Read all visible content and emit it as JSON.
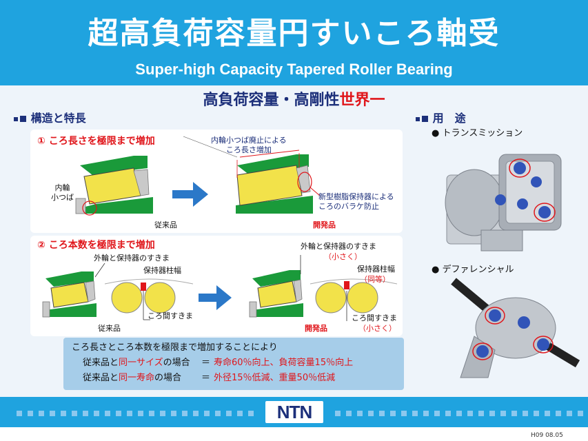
{
  "header": {
    "title_ja": "超高負荷容量円すいころ軸受",
    "title_en": "Super-high Capacity Tapered Roller Bearing"
  },
  "tagline": {
    "main": "高負荷容量・高剛性",
    "highlight": "世界一"
  },
  "structure": {
    "heading": "構造と特長",
    "section1": {
      "title": "① ころ長さを極限まで増加",
      "label_inner_flange": "内輪\n小つば",
      "label_conventional": "従来品",
      "label_developed": "開発品",
      "note_top": "内輪小つば廃止による\nころ長さ増加",
      "note_right": "新型樹脂保持器による\nころのバラケ防止"
    },
    "section2": {
      "title": "② ころ本数を極限まで増加",
      "label_gap_left": "外輪と保持器のすきま",
      "label_pillar_left": "保持器柱幅",
      "label_roller_gap_left": "ころ間すきま",
      "label_conventional": "従来品",
      "label_gap_right": "外輪と保持器のすきま",
      "label_gap_right_note": "（小さく）",
      "label_pillar_right": "保持器柱幅",
      "label_pillar_right_note": "（同等）",
      "label_roller_gap_right": "ころ間すきま",
      "label_roller_gap_right_note": "（小さく）",
      "label_developed": "開発品"
    },
    "summary": {
      "intro": "ころ長さところ本数を極限まで増加することにより",
      "line1_prefix": "従来品と",
      "line1_red": "同一サイズ",
      "line1_suffix": "の場合",
      "line1_eq": "＝",
      "line1_result": "寿命60％向上、負荷容量15％向上",
      "line2_prefix": "従来品と",
      "line2_red": "同一寿命",
      "line2_suffix": "の場合",
      "line2_eq": "＝",
      "line2_result": "外径15％低減、重量50％低減"
    }
  },
  "applications": {
    "heading": "用　途",
    "item1": "トランスミッション",
    "item2": "デファレンシャル"
  },
  "footer": {
    "logo": "NTN",
    "code": "H09 08.05"
  },
  "colors": {
    "header_blue": "#1fa3df",
    "navy": "#1c2f7a",
    "red": "#e0161b",
    "bearing_green": "#1a9a3a",
    "roller_yellow": "#f2e24a",
    "arrow_blue": "#2b78c8",
    "summary_blue": "#a6cde9"
  }
}
